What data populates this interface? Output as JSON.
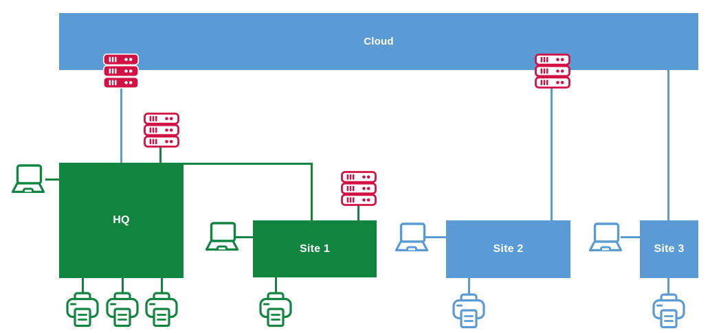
{
  "nodes": {
    "cloud": {
      "label": "Cloud"
    },
    "hq": {
      "label": "HQ"
    },
    "site1": {
      "label": "Site 1"
    },
    "site2": {
      "label": "Site 2"
    },
    "site3": {
      "label": "Site 3"
    }
  },
  "colors": {
    "blue": "#5B9BD5",
    "green": "#118540",
    "red": "#D21145",
    "label_text": "#FFFFFF",
    "background": "#FFFFFF"
  },
  "icons": {
    "server": "server-rack-icon",
    "laptop": "laptop-icon",
    "printer": "printer-icon"
  },
  "devices": {
    "servers": [
      {
        "style": "filled",
        "color": "red",
        "position": "on-cloud-hq-link"
      },
      {
        "style": "outlined",
        "color": "red",
        "position": "above-hq"
      },
      {
        "style": "outlined",
        "color": "red",
        "position": "above-site1"
      },
      {
        "style": "outlined",
        "color": "red",
        "position": "on-cloud-site2-link"
      }
    ],
    "laptops": [
      {
        "color": "green",
        "connected_to": "HQ"
      },
      {
        "color": "green",
        "connected_to": "Site 1"
      },
      {
        "color": "blue",
        "connected_to": "Site 2"
      },
      {
        "color": "blue",
        "connected_to": "Site 3"
      }
    ],
    "printers": [
      {
        "color": "green",
        "connected_to": "HQ",
        "count": 3
      },
      {
        "color": "green",
        "connected_to": "Site 1",
        "count": 1
      },
      {
        "color": "blue",
        "connected_to": "Site 2",
        "count": 1
      },
      {
        "color": "blue",
        "connected_to": "Site 3",
        "count": 1
      }
    ]
  }
}
